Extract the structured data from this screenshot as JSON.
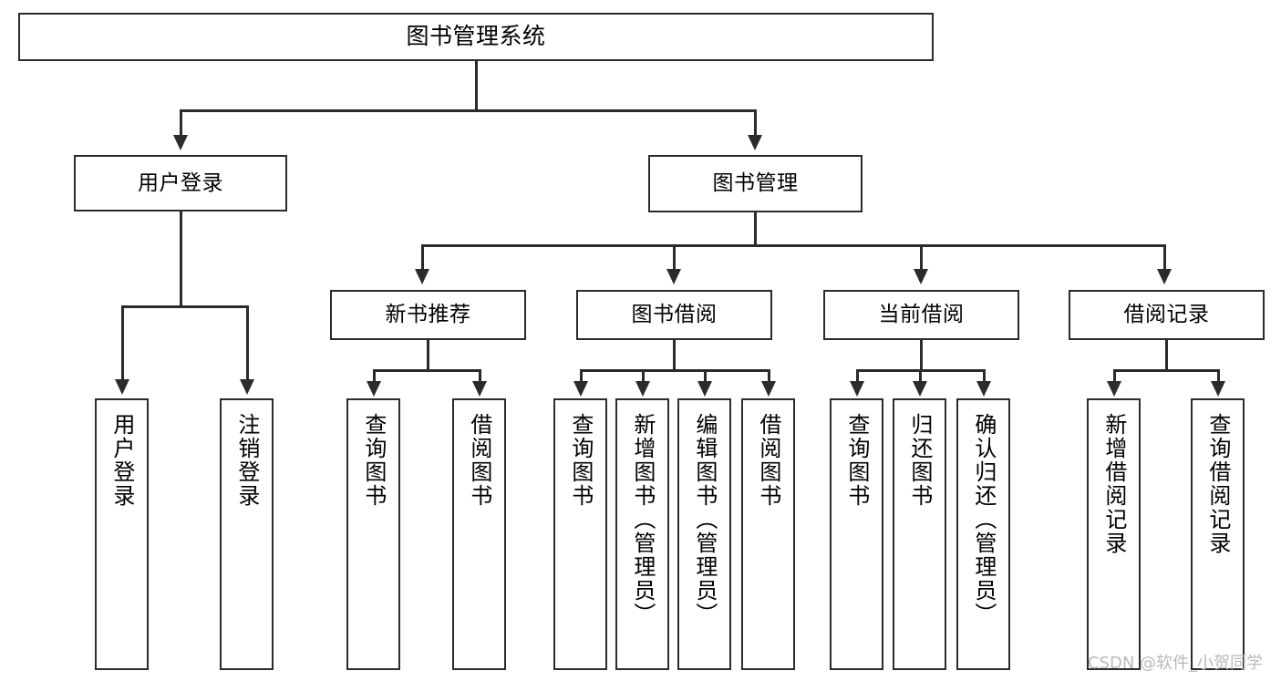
{
  "diagram": {
    "type": "tree",
    "title": "图书管理系统",
    "watermark": "CSDN @软件_小贺同学",
    "root": {
      "id": "root",
      "label": "图书管理系统"
    },
    "level1": [
      {
        "id": "user-login",
        "label": "用户登录"
      },
      {
        "id": "book-manage",
        "label": "图书管理"
      }
    ],
    "level2": [
      {
        "id": "new-book-recommend",
        "label": "新书推荐"
      },
      {
        "id": "book-borrow",
        "label": "图书借阅"
      },
      {
        "id": "current-borrow",
        "label": "当前借阅"
      },
      {
        "id": "borrow-record",
        "label": "借阅记录"
      }
    ],
    "leaves": {
      "user-login": [
        {
          "id": "leaf-user-login",
          "label": "用户登录"
        },
        {
          "id": "leaf-user-logout",
          "label": "注销登录"
        }
      ],
      "new-book-recommend": [
        {
          "id": "leaf-query-book-1",
          "label": "查询图书"
        },
        {
          "id": "leaf-borrow-book-1",
          "label": "借阅图书"
        }
      ],
      "book-borrow": [
        {
          "id": "leaf-query-book-2",
          "label": "查询图书"
        },
        {
          "id": "leaf-add-book",
          "label": "新增图书（管理员）"
        },
        {
          "id": "leaf-edit-book",
          "label": "编辑图书（管理员）"
        },
        {
          "id": "leaf-borrow-book-2",
          "label": "借阅图书"
        }
      ],
      "current-borrow": [
        {
          "id": "leaf-query-book-3",
          "label": "查询图书"
        },
        {
          "id": "leaf-return-book",
          "label": "归还图书"
        },
        {
          "id": "leaf-confirm-return",
          "label": "确认归还（管理员）"
        }
      ],
      "borrow-record": [
        {
          "id": "leaf-add-record",
          "label": "新增借阅记录"
        },
        {
          "id": "leaf-query-record",
          "label": "查询借阅记录"
        }
      ]
    },
    "colors": {
      "line": "#2b2b2b",
      "box_fill": "#ffffff",
      "text": "#000000",
      "watermark": "#b9b9b9"
    }
  }
}
